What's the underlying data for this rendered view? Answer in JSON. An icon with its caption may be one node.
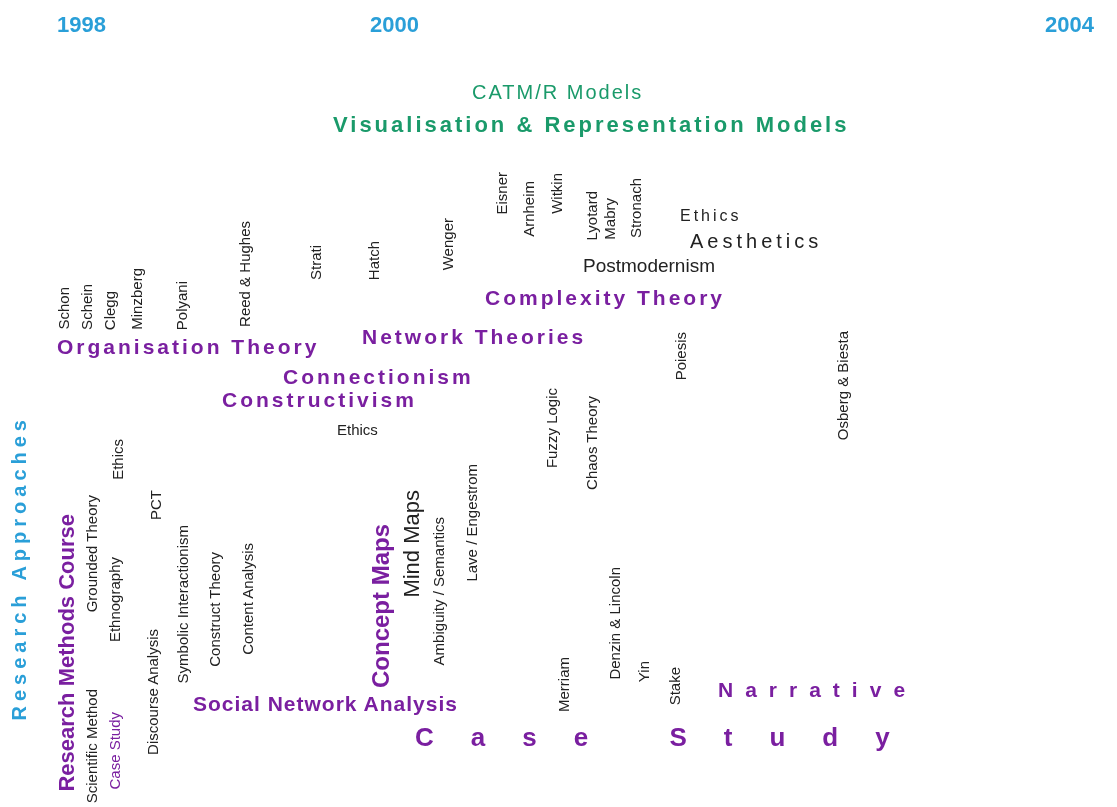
{
  "diagram": {
    "labels": [
      "1998",
      "2000",
      "2004",
      "CATM/R Models",
      "Visualisation & Representation Models",
      "Eisner",
      "Arnheim",
      "Witkin",
      "Lyotard",
      "Mabry",
      "Stronach",
      "Ethics",
      "Aesthetics",
      "Reed & Hughes",
      "Strati",
      "Hatch",
      "Wenger",
      "Postmodernism",
      "Schon",
      "Schein",
      "Clegg",
      "Minzberg",
      "Polyani",
      "Complexity Theory",
      "Osberg & Biesta",
      "Poiesis",
      "Organisation Theory",
      "Network Theories",
      "Connectionism",
      "Constructivism",
      "Ethics",
      "Fuzzy Logic",
      "Chaos Theory",
      "Research Approaches",
      "Research Methods Course",
      "Scientific Method",
      "Grounded Theory",
      "Case Study",
      "Ethnography",
      "Ethics",
      "Discourse Analysis",
      "PCT",
      "Symbolic Interactionism",
      "Construct Theory",
      "Content Analysis",
      "Concept Maps",
      "Mind Maps",
      "Ambiguity / Semantics",
      "Lave / Engestrom",
      "Social Network Analysis",
      "Merriam",
      "Denzin & Lincoln",
      "Yin",
      "Stake",
      "Narrative",
      "Case Study"
    ]
  }
}
